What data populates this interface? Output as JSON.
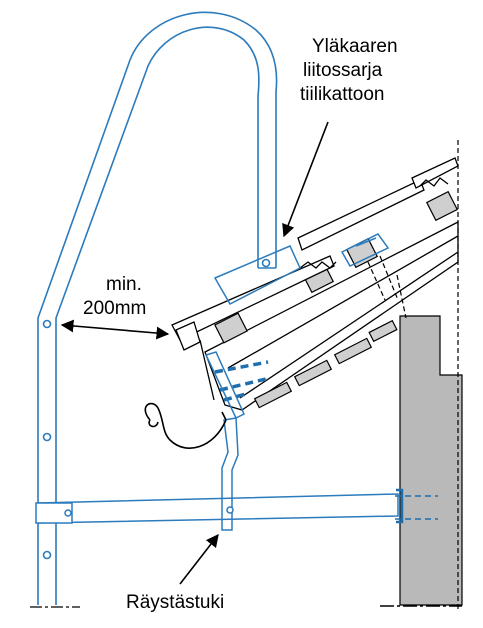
{
  "labels": {
    "ridge_kit_line1": "Yläkaaren",
    "ridge_kit_line2": "liitossarja",
    "ridge_kit_line3": "tiilikattoon",
    "min_line1": "min.",
    "min_line2": "200mm",
    "eave_support": "Räystästuki"
  },
  "colors": {
    "rail_blue": "#2b7bbd",
    "dash_blue": "#1f6fae",
    "wall_gray": "#b9b9b9",
    "tile_gray": "#cfcfcf",
    "line_black": "#000000"
  }
}
